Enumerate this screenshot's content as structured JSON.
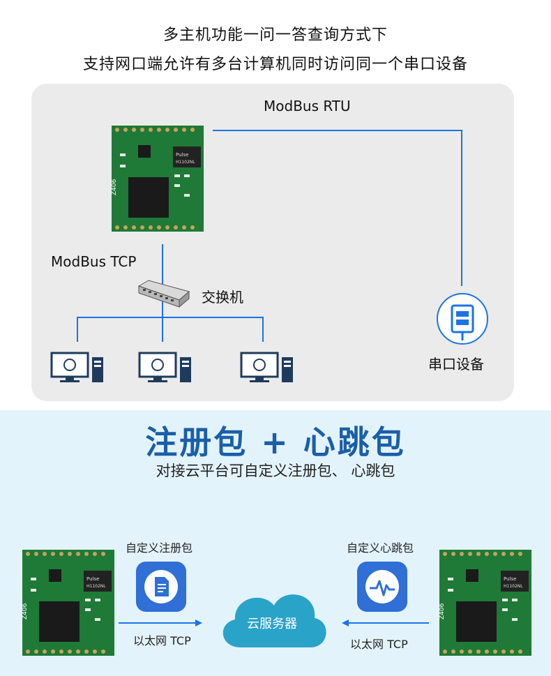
{
  "header": {
    "line1": "多主机功能一问一答查询方式下",
    "line2": "支持网口端允许有多台计算机同时访问同一个串口设备"
  },
  "top_diagram": {
    "rtu_label": "ModBus RTU",
    "tcp_label": "ModBus TCP",
    "switch_label": "交换机",
    "serial_device_label": "串口设备",
    "module_chip_text": "Pulse",
    "module_chip_text2": "H1102NL",
    "module_side_text": "Z406"
  },
  "bottom": {
    "title": "注册包 + 心跳包",
    "subtitle": "对接云平台可自定义注册包、 心跳包",
    "left_card_label": "自定义注册包",
    "right_card_label": "自定义心跳包",
    "cloud_label": "云服务器",
    "left_arrow_label": "以太网 TCP",
    "right_arrow_label": "以太网 TCP"
  },
  "colors": {
    "line_blue": "#1a73e8",
    "title_blue": "#1a5fa8",
    "card_blue": "#2f6fd6",
    "cloud_blue": "#2aa3c9",
    "pcb_green": "#1e7a36"
  },
  "icons": [
    "module-board",
    "switch-icon",
    "computer-icon",
    "serial-port-icon",
    "document-icon",
    "heartbeat-icon",
    "cloud-icon"
  ]
}
